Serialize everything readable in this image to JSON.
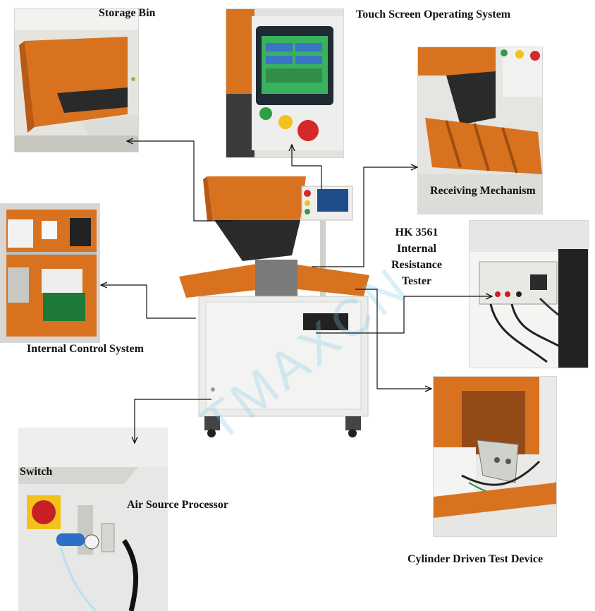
{
  "labels": {
    "storage_bin": "Storage Bin",
    "touch_screen": "Touch Screen Operating System",
    "receiving": "Receiving Mechanism",
    "tester_line1": "HK 3561",
    "tester_line2": "Internal",
    "tester_line3": "Resistance",
    "tester_line4": "Tester",
    "internal_control": "Internal Control System",
    "switch": "Switch",
    "air_source": "Air Source Processor",
    "cylinder": "Cylinder Driven Test Device"
  },
  "watermark": "TMAXCN",
  "colors": {
    "machine_orange": "#d9721f",
    "panel_grey": "#e9e9e7",
    "arrow": "#111111"
  }
}
